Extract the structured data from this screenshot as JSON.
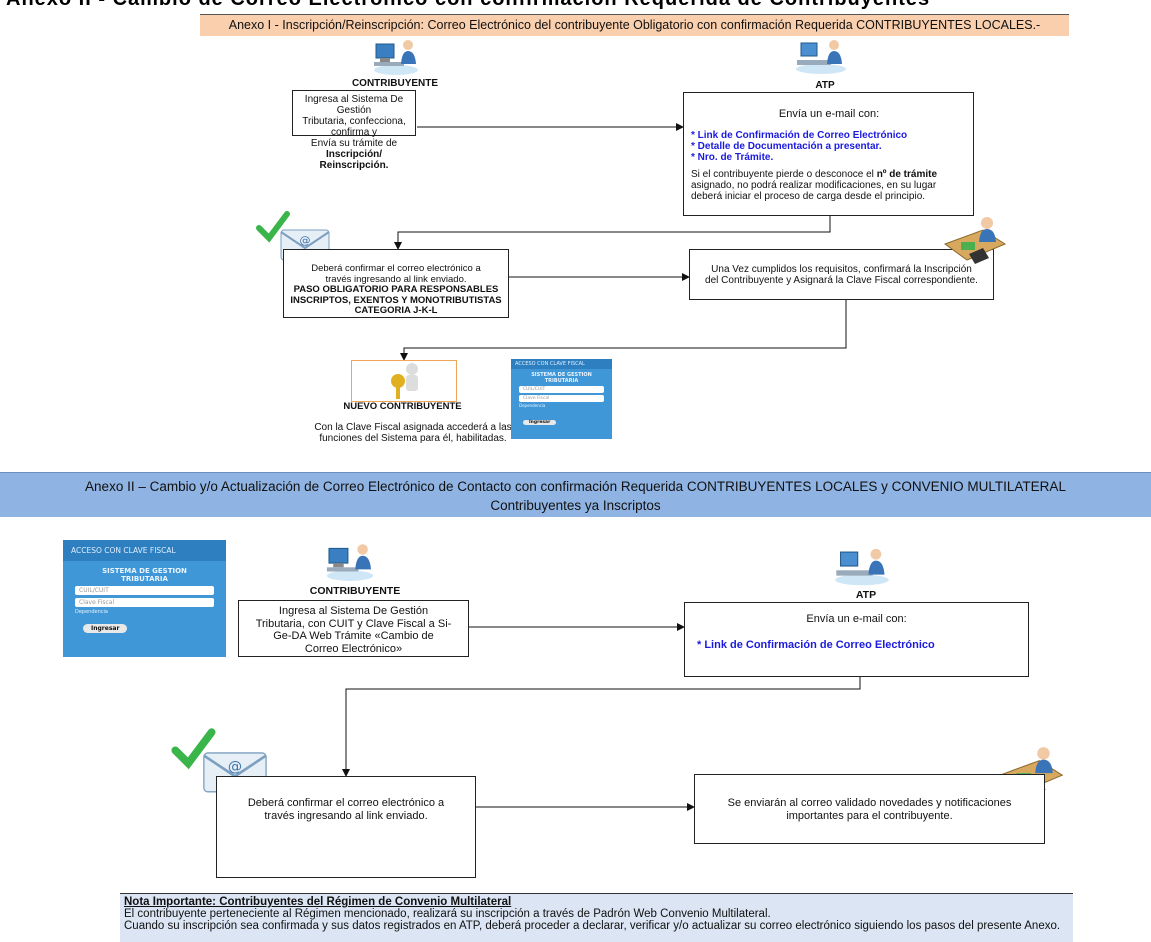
{
  "top_cut_text": "Anexo II - Cambio de Correo Electrónico con confirmación Requerida de Contribuyentes",
  "annex1": {
    "banner": "Anexo I - Inscripción/Reinscripción: Correo Electrónico del contribuyente Obligatorio con confirmación Requerida CONTRIBUYENTES LOCALES.-",
    "contribuyente_label": "CONTRIBUYENTE",
    "atp_label": "ATP",
    "box1": {
      "line1": "Ingresa al Sistema De Gestión",
      "line2": "Tributaria, confecciona, confirma y",
      "line3": "Envía  su trámite de ",
      "bold": "Inscripción/ Reinscripción."
    },
    "atp_box": {
      "intro": "Envía un e-mail con:",
      "item1": "* Link  de Confirmación de Correo Electrónico",
      "item2": "* Detalle de Documentación a presentar.",
      "item3": "* Nro. de Trámite.",
      "warn1": "Si el contribuyente pierde o desconoce el ",
      "warn_bold1": "nº de trámite",
      "warn2": " asignado, no podrá realizar modificaciones, en su lugar deberá iniciar el proceso de carga  desde el principio."
    },
    "confirm_box": {
      "line1": "Deberá confirmar el correo electrónico a",
      "line2": "través ingresando al link enviado.",
      "bold": "PASO OBLIGATORIO PARA RESPONSABLES INSCRIPTOS, EXENTOS Y MONOTRIBUTISTAS CATEGORIA J-K-L"
    },
    "clave_box": "Una Vez cumplidos los requisitos, confirmará la Inscripción del Contribuyente y Asignará la Clave Fiscal correspondiente.",
    "nuevo_label": "NUEVO CONTRIBUYENTE",
    "nuevo_text": "Con la Clave Fiscal asignada accederá a las funciones del Sistema para él, habilitadas.",
    "login_small": {
      "header": "ACCESO CON CLAVE FISCAL",
      "system": "SISTEMA DE GESTION TRIBUTARIA",
      "field1": "CUIL/CUIT",
      "field2": "Clave Fiscal",
      "check": "Dependencia",
      "button": "Ingresar"
    }
  },
  "annex2": {
    "banner_line1": "Anexo II – Cambio y/o Actualización de Correo Electrónico de Contacto  con confirmación Requerida CONTRIBUYENTES LOCALES y CONVENIO MULTILATERAL",
    "banner_line2": "Contribuyentes ya Inscriptos",
    "contribuyente_label": "CONTRIBUYENTE",
    "atp_label": "ATP",
    "box1": "Ingresa al Sistema De Gestión Tributaria, con CUIT y Clave Fiscal a Si-Ge-DA Web Trámite «Cambio de Correo Electrónico»",
    "atp_box": {
      "intro": "Envía un e-mail con:",
      "item1": "* Link  de Confirmación de Correo Electrónico"
    },
    "confirm_box": "Deberá confirmar el correo electrónico a través ingresando al link enviado.",
    "novedades_box": "Se enviarán al correo validado novedades y notificaciones importantes para el contribuyente.",
    "login_large": {
      "header": "ACCESO CON CLAVE FISCAL",
      "system": "SISTEMA DE GESTION TRIBUTARIA",
      "field1": "CUIL/CUIT",
      "field2": "Clave Fiscal",
      "check": "Dependencia",
      "button": "Ingresar"
    }
  },
  "note": {
    "title": "Nota Importante: Contribuyentes del Régimen de Convenio Multilateral",
    "line1": "El contribuyente perteneciente al Régimen mencionado, realizará su inscripción a través de Padrón Web Convenio Multilateral.",
    "line2": "Cuando su inscripción sea confirmada y sus datos registrados en ATP, deberá proceder a declarar, verificar y/o actualizar su correo electrónico siguiendo los pasos del presente Anexo."
  },
  "colors": {
    "banner1": "#f9cfae",
    "banner2": "#8fb3e2",
    "note_bg": "#dbe5f4",
    "link_blue": "#1a1ae0",
    "login_blue": "#3f97d8"
  }
}
